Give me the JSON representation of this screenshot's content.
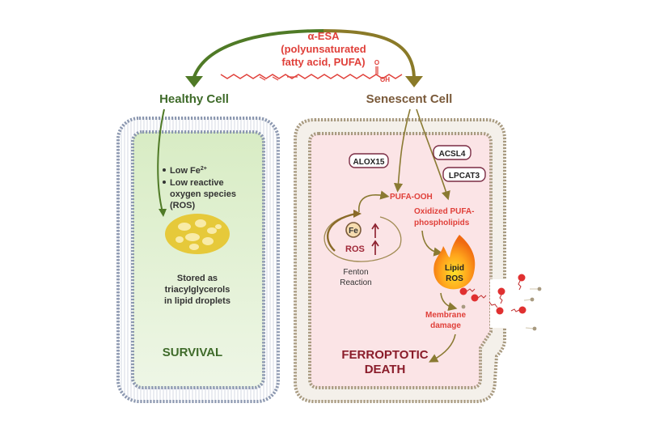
{
  "source": {
    "name_line1": "α-ESA",
    "name_line2": "(polyunsaturated",
    "name_line3": "fatty acid, PUFA)",
    "oh_label": "OH",
    "o_label": "O"
  },
  "healthy": {
    "title": "Healthy Cell",
    "bullets": [
      "Low Fe",
      "Low reactive",
      "oxygen species",
      "(ROS)"
    ],
    "fe_superscript": "2+",
    "storage_lines": [
      "Stored as",
      "triacylglycerols",
      "in lipid droplets"
    ],
    "outcome": "SURVIVAL"
  },
  "senescent": {
    "title": "Senescent Cell",
    "enzymes": [
      "ALOX15",
      "ACSL4",
      "LPCAT3"
    ],
    "pufa_ooh": "PUFA-OOH",
    "oxidized_lines": [
      "Oxidized PUFA-",
      "phospholipids"
    ],
    "fe_label": "Fe",
    "ros_label": "ROS",
    "fenton_lines": [
      "Fenton",
      "Reaction"
    ],
    "lipid_ros_lines": [
      "Lipid",
      "ROS"
    ],
    "membrane_damage_lines": [
      "Membrane",
      "damage"
    ],
    "outcome_lines": [
      "FERROPTOTIC",
      "DEATH"
    ]
  },
  "colors": {
    "healthy_green": "#3f6b2a",
    "senescent_brown": "#7a5a3a",
    "red_accent": "#e0403a",
    "dark_red": "#8a1c2a",
    "healthy_fill": "#e4f2d8",
    "senescent_fill": "#fbe4e6",
    "healthy_membrane": "#8c98b0",
    "senescent_membrane": "#a89a80",
    "arrow_olive": "#8a7a32"
  }
}
